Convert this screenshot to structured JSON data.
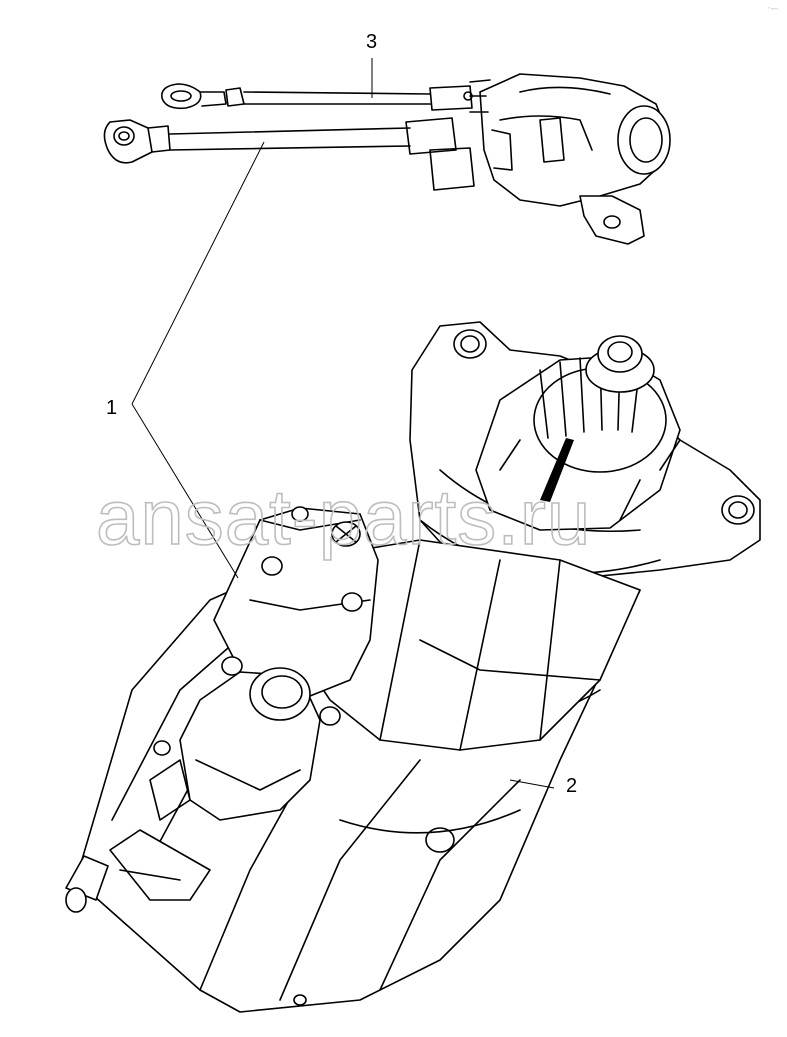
{
  "callouts": [
    {
      "id": "1",
      "text": "1"
    },
    {
      "id": "2",
      "text": "2"
    },
    {
      "id": "3",
      "text": "3"
    }
  ],
  "watermark": "ansat-parts.ru",
  "corner_mark": "° ¬¬¬",
  "colors": {
    "line": "#000000",
    "background": "#ffffff",
    "watermark": "#bdbdbd"
  }
}
